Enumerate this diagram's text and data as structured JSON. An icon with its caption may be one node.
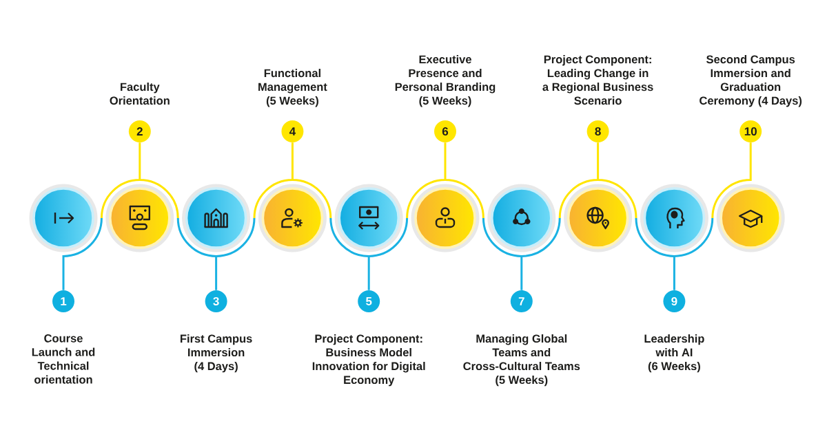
{
  "diagram": {
    "nodes": [
      {
        "text": [
          "1"
        ],
        "beside": [
          "Course Launch and Technical orientation"
        ]
      },
      {
        "text": [
          "2"
        ],
        "beside": [
          "Faculty Orientation"
        ]
      },
      {
        "text": [
          "3"
        ],
        "beside": [
          "First Campus Immersion (4 Days)"
        ]
      },
      {
        "text": [
          "4"
        ],
        "beside": [
          "Functional Management (5 Weeks)"
        ]
      },
      {
        "text": [
          "5"
        ],
        "beside": [
          "Project Component: Business Model Innovation for Digital Economy"
        ]
      },
      {
        "text": [
          "6"
        ],
        "beside": [
          "Executive Presence and Personal Branding (5 Weeks)"
        ]
      },
      {
        "text": [
          "7"
        ],
        "beside": [
          "Managing Global Teams and Cross-Cultural Teams (5 Weeks)"
        ]
      },
      {
        "text": [
          "8"
        ],
        "beside": [
          "Project Component: Leading Change in a Regional Business Scenario"
        ]
      },
      {
        "text": [
          "9"
        ],
        "beside": [
          "Leadership with AI (6 Weeks)"
        ]
      },
      {
        "text": [
          "10"
        ],
        "beside": [
          "Second Campus Immersion and Graduation Ceremony (4 Days)"
        ]
      },
      {
        "text": [],
        "shape": "circle"
      },
      {
        "text": [],
        "shape": "circle"
      },
      {
        "text": [],
        "shape": "circle"
      },
      {
        "text": [],
        "shape": "circle"
      },
      {
        "text": [],
        "shape": "circle"
      },
      {
        "text": [],
        "shape": "circle"
      },
      {
        "text": [],
        "shape": "circle"
      },
      {
        "text": [],
        "shape": "circle"
      },
      {
        "text": [],
        "shape": "circle"
      },
      {
        "text": [],
        "shape": "circle"
      }
    ],
    "edges": [
      {
        "from": 0,
        "to": 10,
        "arrow": "none",
        "color": "#1ab2e3"
      },
      {
        "from": 1,
        "to": 11,
        "arrow": "none",
        "color": "#ffe500"
      },
      {
        "from": 2,
        "to": 12,
        "arrow": "none",
        "color": "#1ab2e3"
      },
      {
        "from": 3,
        "to": 13,
        "arrow": "none",
        "color": "#ffe500"
      },
      {
        "from": 4,
        "to": 14,
        "arrow": "none",
        "color": "#1ab2e3"
      },
      {
        "from": 5,
        "to": 15,
        "arrow": "none",
        "color": "#ffe500"
      },
      {
        "from": 6,
        "to": 16,
        "arrow": "none",
        "color": "#1ab2e3"
      },
      {
        "from": 7,
        "to": 17,
        "arrow": "none",
        "color": "#ffe500"
      },
      {
        "from": 8,
        "to": 18,
        "arrow": "none",
        "color": "#1ab2e3"
      },
      {
        "from": 9,
        "to": 19,
        "arrow": "none",
        "color": "#ffe500"
      }
    ]
  }
}
